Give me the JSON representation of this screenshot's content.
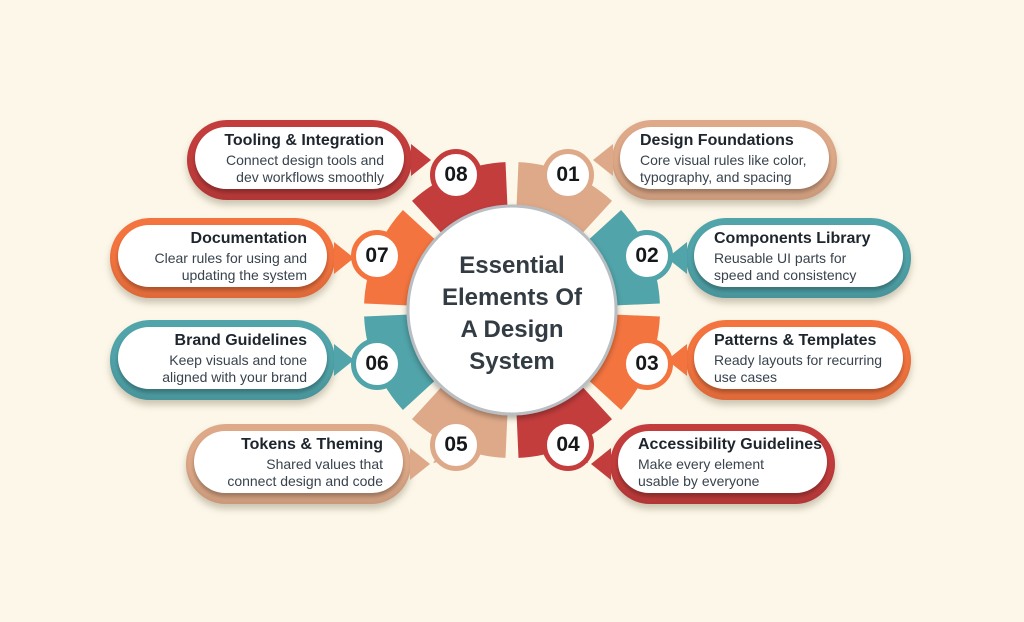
{
  "background": "#FCF7E9",
  "palette": {
    "red": "#C43D3D",
    "tan": "#DEA988",
    "teal": "#50A4AA",
    "orange": "#F4743F",
    "card_background": "#FFFFFF",
    "title_text": "#1E252D",
    "body_text": "#39434D",
    "number_text": "#15181B",
    "center_circle_border": "#B9BEC2",
    "center_title_text": "#333B43"
  },
  "center": {
    "title_lines": [
      "Essential",
      "Elements Of",
      "A Design",
      "System"
    ]
  },
  "items": [
    {
      "number": "01",
      "title": "Design Foundations",
      "description": "Core visual rules like color, typography, and spacing",
      "color": "tan"
    },
    {
      "number": "02",
      "title": "Components Library",
      "description": "Reusable UI parts for speed and consistency",
      "color": "teal"
    },
    {
      "number": "03",
      "title": "Patterns & Templates",
      "description": "Ready layouts for recurring use cases",
      "color": "orange"
    },
    {
      "number": "04",
      "title": "Accessibility Guidelines",
      "description": "Make every element usable by everyone",
      "color": "red"
    },
    {
      "number": "05",
      "title": "Tokens & Theming",
      "description": "Shared values that connect design and code",
      "color": "tan"
    },
    {
      "number": "06",
      "title": "Brand Guidelines",
      "description": "Keep visuals and tone aligned with your brand",
      "color": "teal"
    },
    {
      "number": "07",
      "title": "Documentation",
      "description": "Clear rules for using and updating the system",
      "color": "orange"
    },
    {
      "number": "08",
      "title": "Tooling & Integration",
      "description": "Connect design tools and dev workflows smoothly",
      "color": "red"
    }
  ]
}
